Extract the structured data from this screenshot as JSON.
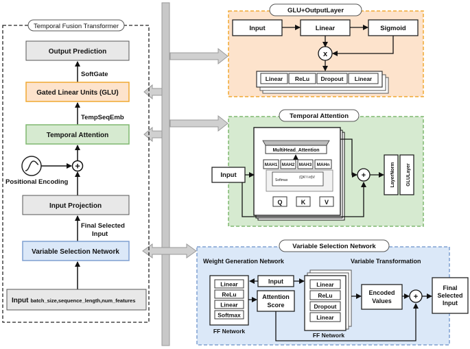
{
  "left_panel": {
    "title": "Temporal Fusion Transformer",
    "output_prediction": "Output Prediction",
    "softgate": "SoftGate",
    "glu": "Gated Linear Units (GLU)",
    "temp_seq_emb": "TempSeqEmb",
    "temporal_attention": "Temporal Attention",
    "positional_encoding": "Positional Encoding",
    "input_projection": "Input Projection",
    "final_selected_input_line1": "Final Selected",
    "final_selected_input_line2": "Input",
    "variable_selection_network": "Variable Selection Network",
    "input_label": "Input",
    "input_dims": "batch_size,sequence_length,num_features",
    "plus_symbol": "+"
  },
  "glu_panel": {
    "title": "GLU+OutputLayer",
    "input": "Input",
    "linear": "Linear",
    "sigmoid": "Sigmoid",
    "multiply": "x",
    "stack": [
      "Linear",
      "ReLu",
      "Dropout",
      "Linear"
    ]
  },
  "attention_panel": {
    "title": "Temporal Attention",
    "input": "Input",
    "multihead": "MultiHead_Attention",
    "heads": [
      "MAH1",
      "MAH2",
      "MAH3",
      "MAHn"
    ],
    "softmax": "Softmax",
    "qkv": [
      "Q",
      "K",
      "V"
    ],
    "plus": "+",
    "layernorm": "LayerNorm",
    "glulayer": "GLULayer"
  },
  "vsn_panel": {
    "title": "Variable Selection Network",
    "weight_generation": "Weight Generation Network",
    "variable_transformation": "Variable Transformation",
    "ff_left": [
      "Linear",
      "ReLu",
      "Linear",
      "Softmax"
    ],
    "ff_network_left": "FF Network",
    "input": "Input",
    "attention_score_line1": "Attention",
    "attention_score_line2": "Score",
    "ff_right": [
      "Linear",
      "ReLu",
      "Dropout",
      "Linear"
    ],
    "ff_network_right": "FF Network",
    "encoded_values_line1": "Encoded",
    "encoded_values_line2": "Values",
    "plus": "+",
    "final_line1": "Final",
    "final_line2": "Selected",
    "final_line3": "Input"
  },
  "colors": {
    "glu_bg": "#fde3cc",
    "glu_border": "#f0a830",
    "attn_bg": "#d6ead0",
    "attn_border": "#7fb76f",
    "vsn_bg": "#dbe8f8",
    "vsn_border": "#7e9fd1",
    "gray_box": "#e8e8e8",
    "bus": "#c8c8c8"
  }
}
